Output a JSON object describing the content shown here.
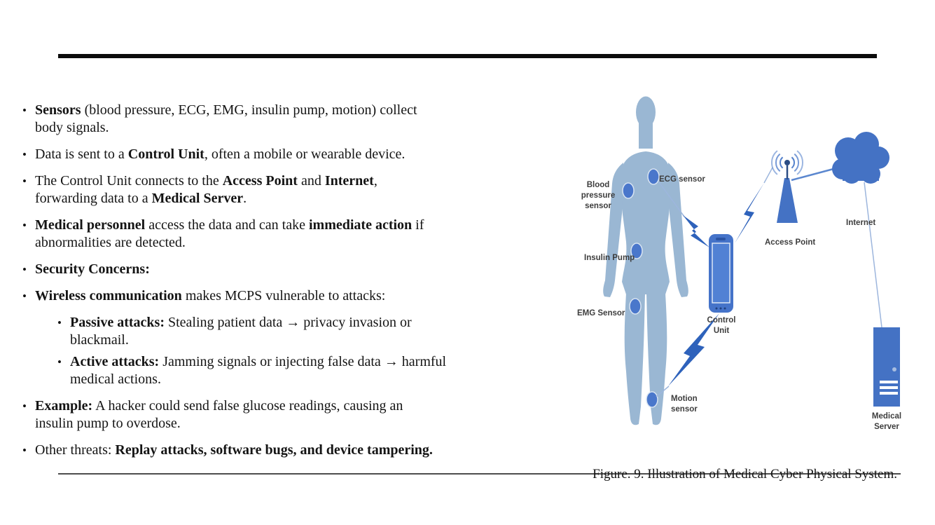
{
  "slide": {
    "bullets": [
      {
        "level": 1,
        "segments": [
          {
            "b": 1,
            "t": "Sensors"
          },
          {
            "b": 0,
            "t": " (blood pressure, ECG, EMG, insulin pump, motion) collect\nbody signals."
          }
        ]
      },
      {
        "level": 1,
        "segments": [
          {
            "b": 0,
            "t": "Data is sent to a "
          },
          {
            "b": 1,
            "t": "Control Unit"
          },
          {
            "b": 0,
            "t": ", often a mobile or wearable device."
          }
        ]
      },
      {
        "level": 1,
        "segments": [
          {
            "b": 0,
            "t": "The Control Unit connects to the "
          },
          {
            "b": 1,
            "t": "Access Point"
          },
          {
            "b": 0,
            "t": " and "
          },
          {
            "b": 1,
            "t": "Internet"
          },
          {
            "b": 0,
            "t": ",\nforwarding data to a "
          },
          {
            "b": 1,
            "t": "Medical Server"
          },
          {
            "b": 0,
            "t": "."
          }
        ]
      },
      {
        "level": 1,
        "segments": [
          {
            "b": 1,
            "t": "Medical personnel"
          },
          {
            "b": 0,
            "t": " access the data and can take "
          },
          {
            "b": 1,
            "t": "immediate action"
          },
          {
            "b": 0,
            "t": " if\nabnormalities are detected."
          }
        ]
      },
      {
        "level": 1,
        "segments": [
          {
            "b": 1,
            "t": "Security Concerns:"
          }
        ]
      },
      {
        "level": 1,
        "segments": [
          {
            "b": 1,
            "t": "Wireless communication"
          },
          {
            "b": 0,
            "t": " makes MCPS vulnerable to attacks:"
          }
        ]
      },
      {
        "level": 2,
        "segments": [
          {
            "b": 1,
            "t": "Passive attacks:"
          },
          {
            "b": 0,
            "t": " Stealing patient data → privacy invasion or\nblackmail."
          }
        ]
      },
      {
        "level": 2,
        "segments": [
          {
            "b": 1,
            "t": "Active attacks:"
          },
          {
            "b": 0,
            "t": " Jamming signals or injecting false data → harmful\nmedical actions."
          }
        ]
      },
      {
        "level": 1,
        "segments": [
          {
            "b": 1,
            "t": "Example:"
          },
          {
            "b": 0,
            "t": " A hacker could send false glucose readings, causing an\ninsulin pump to overdose."
          }
        ]
      },
      {
        "level": 1,
        "segments": [
          {
            "b": 0,
            "t": "Other threats: "
          },
          {
            "b": 1,
            "t": "Replay attacks, software bugs, and device tampering."
          }
        ]
      }
    ],
    "caption": "Figure. 9. Illustration of Medical Cyber Physical System.",
    "diagram": {
      "labels": {
        "blood_pressure": "Blood pressure\nsensor",
        "ecg": "ECG sensor",
        "insulin": "Insulin Pump",
        "emg": "EMG Sensor",
        "motion": "Motion\nsensor",
        "control_unit": "Control\nUnit",
        "access_point": "Access Point",
        "internet": "Internet",
        "medical_server": "Medical\nServer"
      },
      "colors": {
        "body_silhouette": "#9ab7d3",
        "node_blue": "#4472c4",
        "sensor_dot": "#4a77cb",
        "lightning_bolt": "#2e62bb",
        "thin_connector": "#9db6dd",
        "label_text": "#3d3d3d"
      }
    }
  }
}
